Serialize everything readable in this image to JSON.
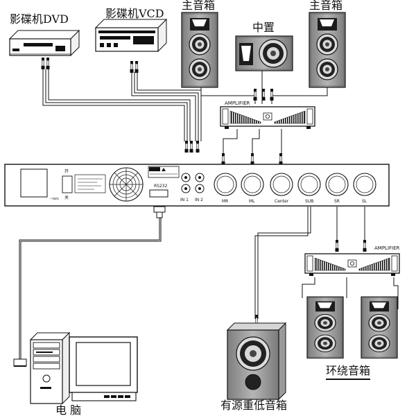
{
  "labels": {
    "dvd": "影碟机DVD",
    "vcd": "影碟机VCD",
    "main_speaker_left": "主音箱",
    "center_speaker": "中置",
    "main_speaker_right": "主音箱",
    "surround_speakers": "环绕音箱",
    "subwoofer": "有源重低音箱",
    "computer": "电 脑"
  },
  "amplifier_top": {
    "label": "AMPLIFIER"
  },
  "amplifier_bottom": {
    "label": "AMPLIFIER"
  },
  "processor": {
    "port_labels": {
      "rs232": "RS232",
      "in1": "IN 1",
      "in2": "IN 2",
      "mr": "MR",
      "ml": "ML",
      "center": "Center",
      "sub": "SUB",
      "sr": "SR",
      "sl": "SL"
    },
    "power_label_1": "开",
    "power_label_2": "关"
  },
  "colors": {
    "line": "#111111",
    "panel_fill": "#ffffff",
    "dark_fill": "#222222",
    "speaker_fill": "#9a9a9a"
  }
}
